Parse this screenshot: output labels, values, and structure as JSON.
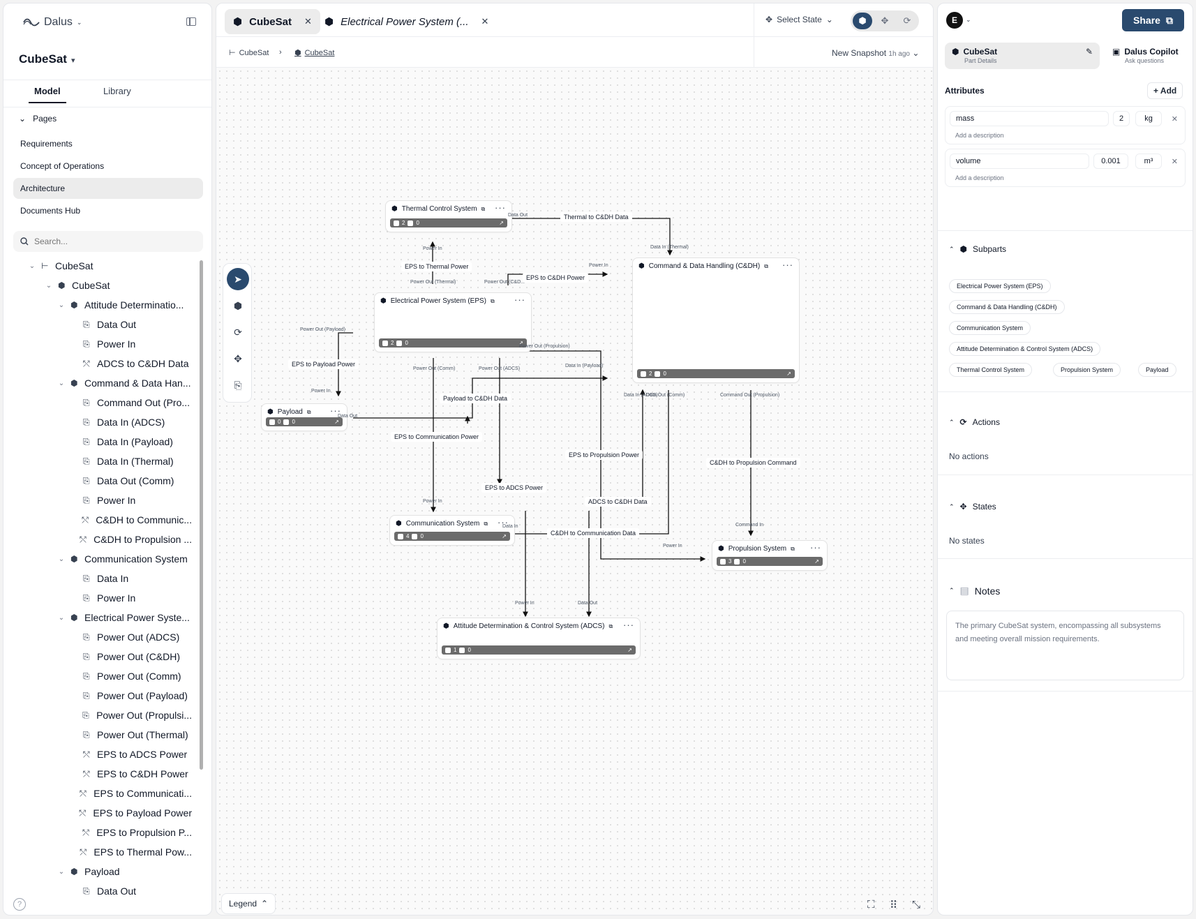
{
  "app": {
    "brand": "Dalus"
  },
  "sidebar": {
    "project_title": "CubeSat",
    "tabs": [
      "Model",
      "Library"
    ],
    "pages_heading": "Pages",
    "pages": [
      "Requirements",
      "Concept of Operations",
      "Architecture",
      "Documents Hub"
    ],
    "search_placeholder": "Search...",
    "tree": [
      {
        "label": "CubeSat",
        "icon": "hierarchy-icon",
        "depth": 0,
        "expanded": true
      },
      {
        "label": "CubeSat",
        "icon": "cube-icon",
        "depth": 1,
        "expanded": true
      },
      {
        "label": "Attitude Determinatio...",
        "icon": "cube-icon",
        "depth": 2,
        "expanded": true
      },
      {
        "label": "Data Out",
        "icon": "port-icon",
        "depth": 3
      },
      {
        "label": "Power In",
        "icon": "port-icon",
        "depth": 3
      },
      {
        "label": "ADCS to C&DH Data",
        "icon": "connection-icon",
        "depth": 3
      },
      {
        "label": "Command & Data Han...",
        "icon": "cube-icon",
        "depth": 2,
        "expanded": true
      },
      {
        "label": "Command Out (Pro...",
        "icon": "port-icon",
        "depth": 3
      },
      {
        "label": "Data In (ADCS)",
        "icon": "port-icon",
        "depth": 3
      },
      {
        "label": "Data In (Payload)",
        "icon": "port-icon",
        "depth": 3
      },
      {
        "label": "Data In (Thermal)",
        "icon": "port-icon",
        "depth": 3
      },
      {
        "label": "Data Out (Comm)",
        "icon": "port-icon",
        "depth": 3
      },
      {
        "label": "Power In",
        "icon": "port-icon",
        "depth": 3
      },
      {
        "label": "C&DH to Communic...",
        "icon": "connection-icon",
        "depth": 3
      },
      {
        "label": "C&DH to Propulsion ...",
        "icon": "connection-icon",
        "depth": 3
      },
      {
        "label": "Communication System",
        "icon": "cube-icon",
        "depth": 2,
        "expanded": true
      },
      {
        "label": "Data In",
        "icon": "port-icon",
        "depth": 3
      },
      {
        "label": "Power In",
        "icon": "port-icon",
        "depth": 3
      },
      {
        "label": "Electrical Power Syste...",
        "icon": "cube-icon",
        "depth": 2,
        "expanded": true
      },
      {
        "label": "Power Out (ADCS)",
        "icon": "port-icon",
        "depth": 3
      },
      {
        "label": "Power Out (C&DH)",
        "icon": "port-icon",
        "depth": 3
      },
      {
        "label": "Power Out (Comm)",
        "icon": "port-icon",
        "depth": 3
      },
      {
        "label": "Power Out (Payload)",
        "icon": "port-icon",
        "depth": 3
      },
      {
        "label": "Power Out (Propulsi...",
        "icon": "port-icon",
        "depth": 3
      },
      {
        "label": "Power Out (Thermal)",
        "icon": "port-icon",
        "depth": 3
      },
      {
        "label": "EPS to ADCS Power",
        "icon": "connection-icon",
        "depth": 3
      },
      {
        "label": "EPS to C&DH Power",
        "icon": "connection-icon",
        "depth": 3
      },
      {
        "label": "EPS to Communicati...",
        "icon": "connection-icon",
        "depth": 3
      },
      {
        "label": "EPS to Payload Power",
        "icon": "connection-icon",
        "depth": 3
      },
      {
        "label": "EPS to Propulsion P...",
        "icon": "connection-icon",
        "depth": 3
      },
      {
        "label": "EPS to Thermal Pow...",
        "icon": "connection-icon",
        "depth": 3
      },
      {
        "label": "Payload",
        "icon": "cube-icon",
        "depth": 2,
        "expanded": true
      },
      {
        "label": "Data Out",
        "icon": "port-icon",
        "depth": 3
      }
    ]
  },
  "editor": {
    "tabs": [
      {
        "label": "CubeSat",
        "active": true
      },
      {
        "label": "Electrical Power System (...",
        "active": false
      }
    ],
    "select_state": "Select State",
    "breadcrumb": [
      "CubeSat",
      "CubeSat"
    ],
    "snapshot": {
      "label": "New Snapshot",
      "ago": "1h ago"
    },
    "legend": "Legend"
  },
  "diagram": {
    "nodes": [
      {
        "id": "thermal",
        "title": "Thermal Control System",
        "c1": "2",
        "c2": "0"
      },
      {
        "id": "eps",
        "title": "Electrical Power System (EPS)",
        "c1": "2",
        "c2": "0"
      },
      {
        "id": "cdh",
        "title": "Command & Data Handling (C&DH)",
        "c1": "2",
        "c2": "0"
      },
      {
        "id": "payload",
        "title": "Payload",
        "c1": "0",
        "c2": "0"
      },
      {
        "id": "comm",
        "title": "Communication System",
        "c1": "4",
        "c2": "0"
      },
      {
        "id": "prop",
        "title": "Propulsion System",
        "c1": "3",
        "c2": "0"
      },
      {
        "id": "adcs",
        "title": "Attitude Determination & Control System (ADCS)",
        "c1": "1",
        "c2": "0"
      }
    ],
    "edge_labels": [
      "Thermal to C&DH Data",
      "EPS to Thermal Power",
      "EPS to C&DH Power",
      "EPS to Payload Power",
      "Payload to C&DH Data",
      "EPS to Communication Power",
      "EPS to Propulsion Power",
      "EPS to ADCS Power",
      "ADCS to C&DH Data",
      "C&DH to Propulsion Command",
      "C&DH to Communication Data"
    ],
    "port_labels": [
      "Data Out",
      "Data In (Thermal)",
      "Power In",
      "Power Out (Thermal)",
      "Power Out (C&D...",
      "Power In",
      "Power Out (Payload)",
      "Power Out (Propulsion)",
      "Power Out (Comm)",
      "Power Out (ADCS)",
      "Data In (Payload)",
      "Power In",
      "Data Out",
      "Data In (ADCS)",
      "Data Out (Comm)",
      "Command Out (Propulsion)",
      "Power In",
      "Data In",
      "Command In",
      "Power In",
      "Power In",
      "Data Out"
    ]
  },
  "inspector": {
    "avatar": "E",
    "share": "Share",
    "part_tab": {
      "title": "CubeSat",
      "subtitle": "Part Details"
    },
    "copilot_tab": {
      "title": "Dalus Copilot",
      "subtitle": "Ask questions"
    },
    "attributes_heading": "Attributes",
    "add_label": "+ Add",
    "attributes": [
      {
        "name": "mass",
        "value": "2",
        "unit": "kg",
        "desc_placeholder": "Add a description"
      },
      {
        "name": "volume",
        "value": "0.001",
        "unit": "m³",
        "desc_placeholder": "Add a description"
      }
    ],
    "subparts_heading": "Subparts",
    "subparts": [
      "Electrical Power System (EPS)",
      "Command & Data Handling (C&DH)",
      "Communication System",
      "Attitude Determination & Control System (ADCS)",
      "Thermal Control System",
      "Propulsion System",
      "Payload"
    ],
    "actions_heading": "Actions",
    "actions_empty": "No actions",
    "states_heading": "States",
    "states_empty": "No states",
    "notes_heading": "Notes",
    "notes_text": "The primary CubeSat system, encompassing all subsystems and meeting overall mission requirements."
  }
}
